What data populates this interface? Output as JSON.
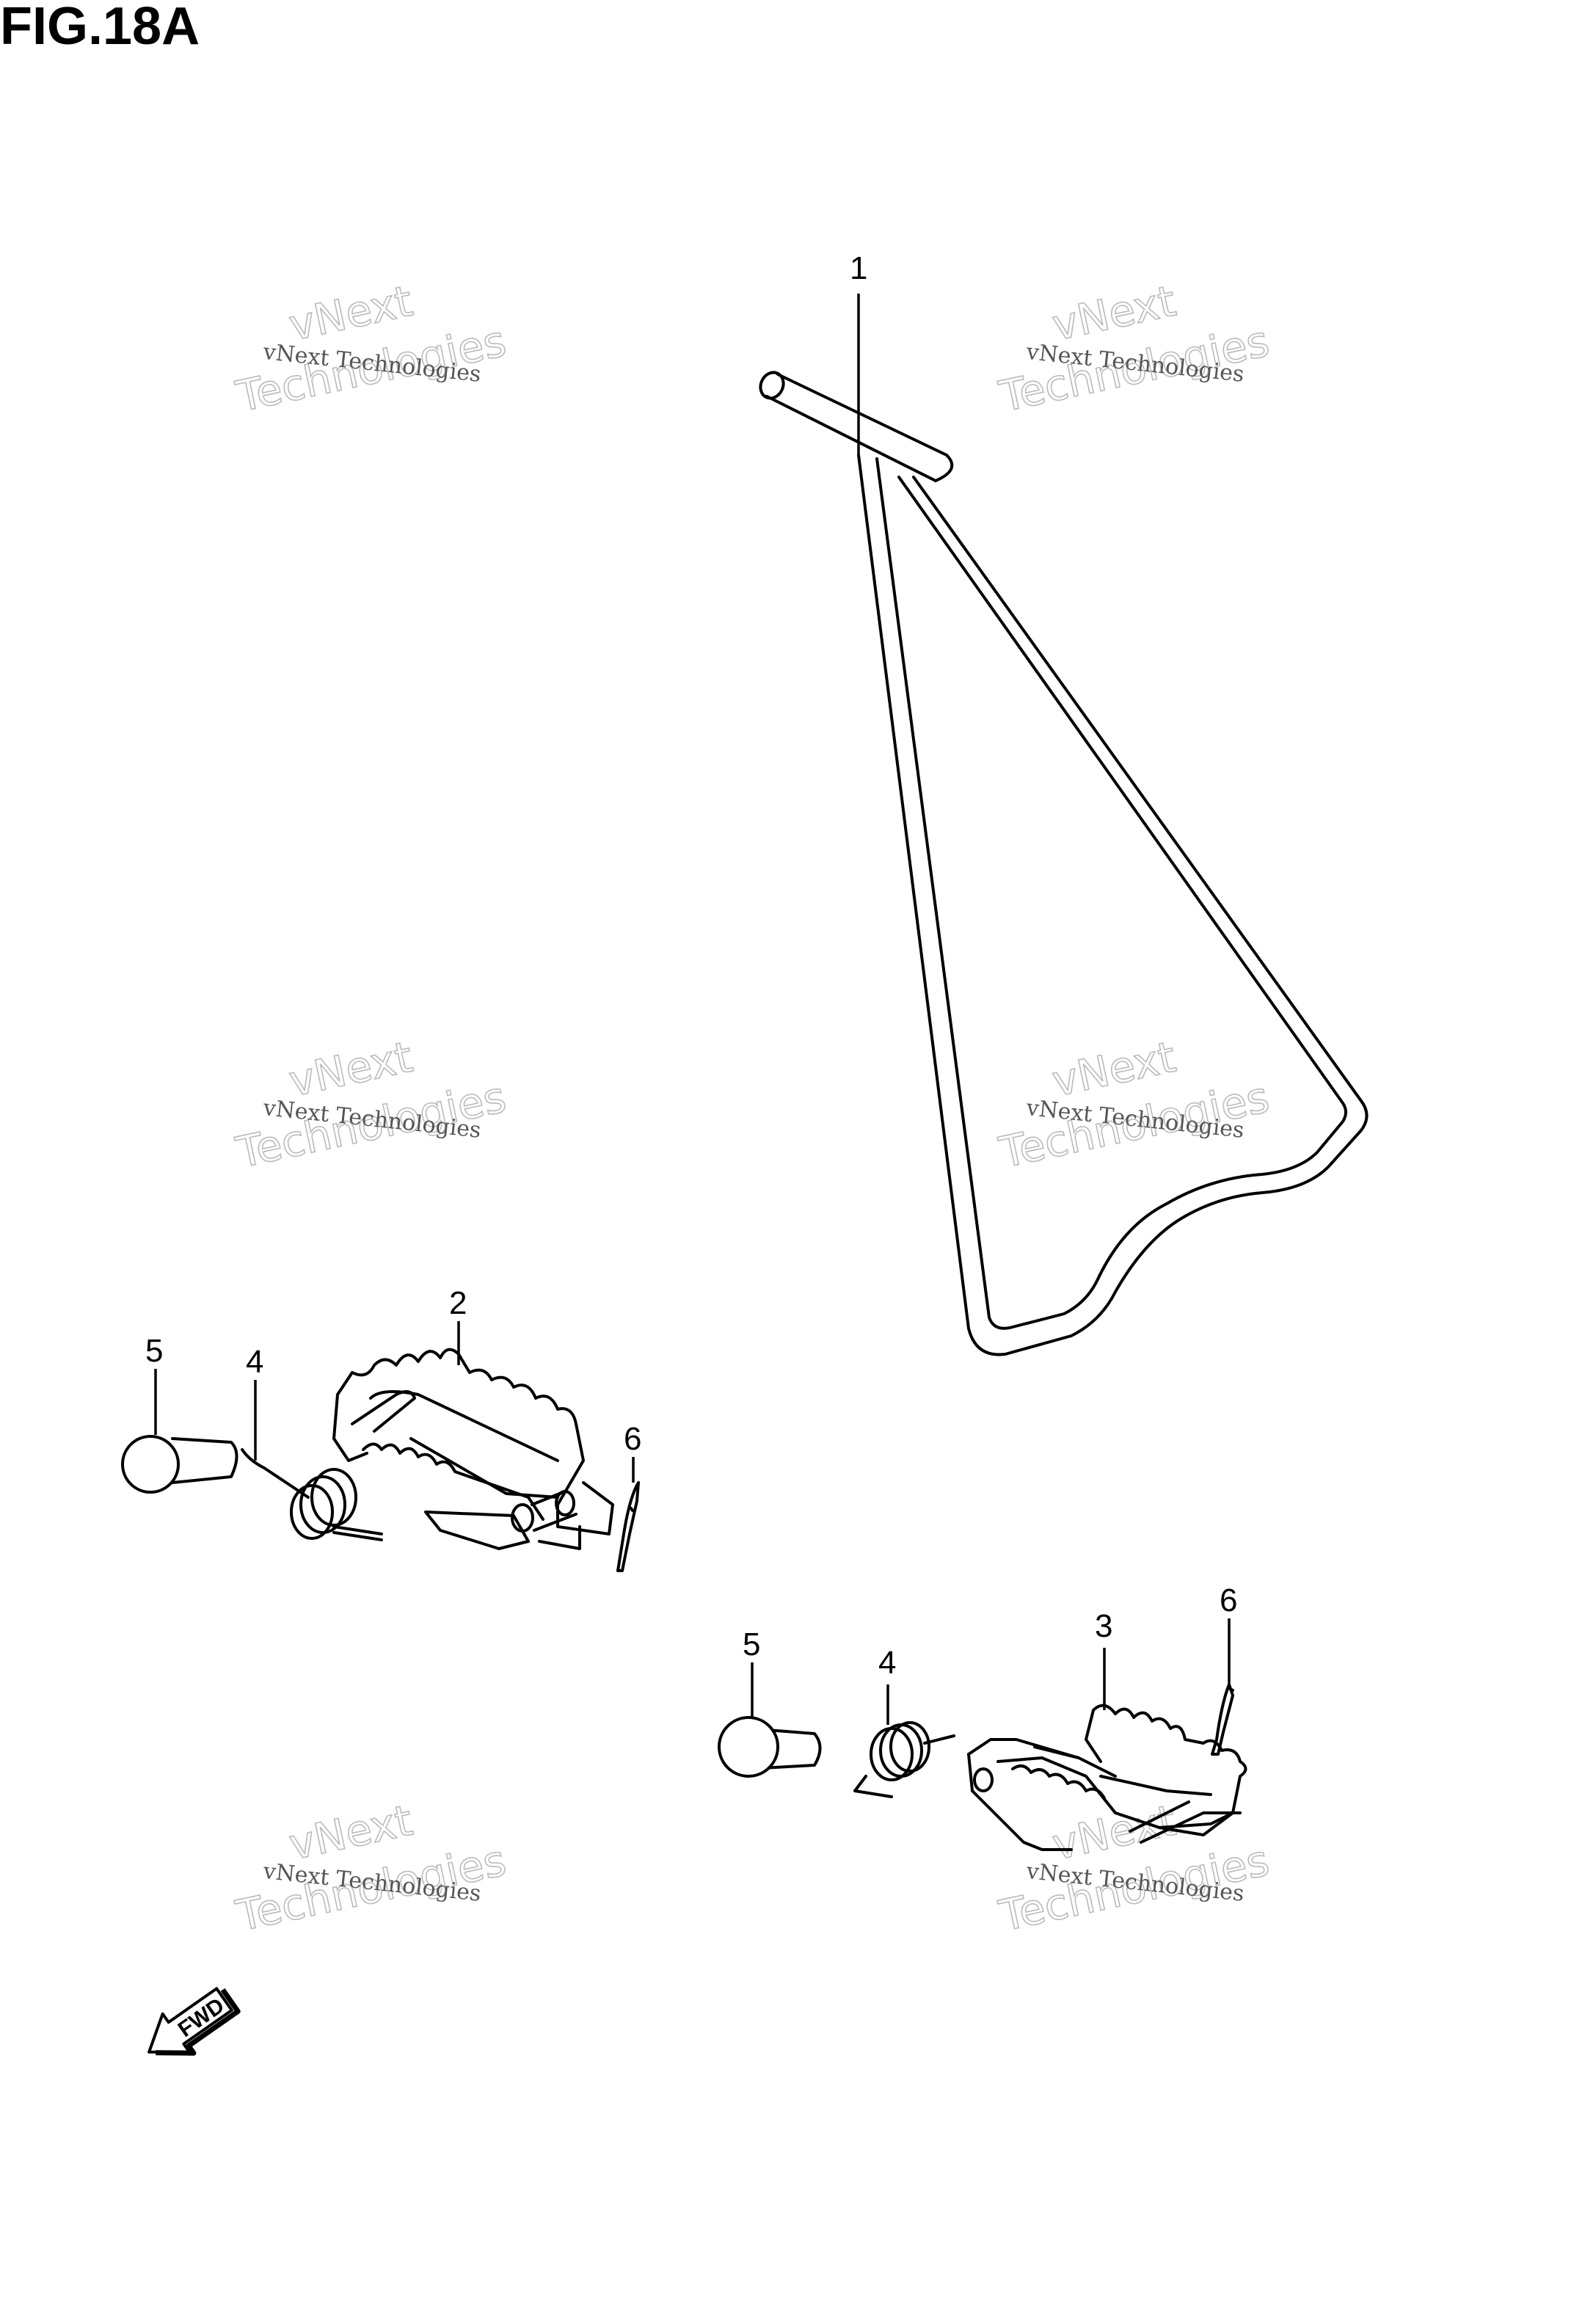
{
  "figure": {
    "title": "FIG.18A"
  },
  "callouts": [
    {
      "id": "c1",
      "label": "1"
    },
    {
      "id": "c2",
      "label": "2"
    },
    {
      "id": "c3",
      "label": "3"
    },
    {
      "id": "c4a",
      "label": "4"
    },
    {
      "id": "c4b",
      "label": "4"
    },
    {
      "id": "c5a",
      "label": "5"
    },
    {
      "id": "c5b",
      "label": "5"
    },
    {
      "id": "c6a",
      "label": "6"
    },
    {
      "id": "c6b",
      "label": "6"
    }
  ],
  "watermark": {
    "line_small": "vNext Technologies",
    "line_big_1": "vNext",
    "line_big_2": "Technologies"
  },
  "fwd_arrow": {
    "label": "FWD"
  }
}
